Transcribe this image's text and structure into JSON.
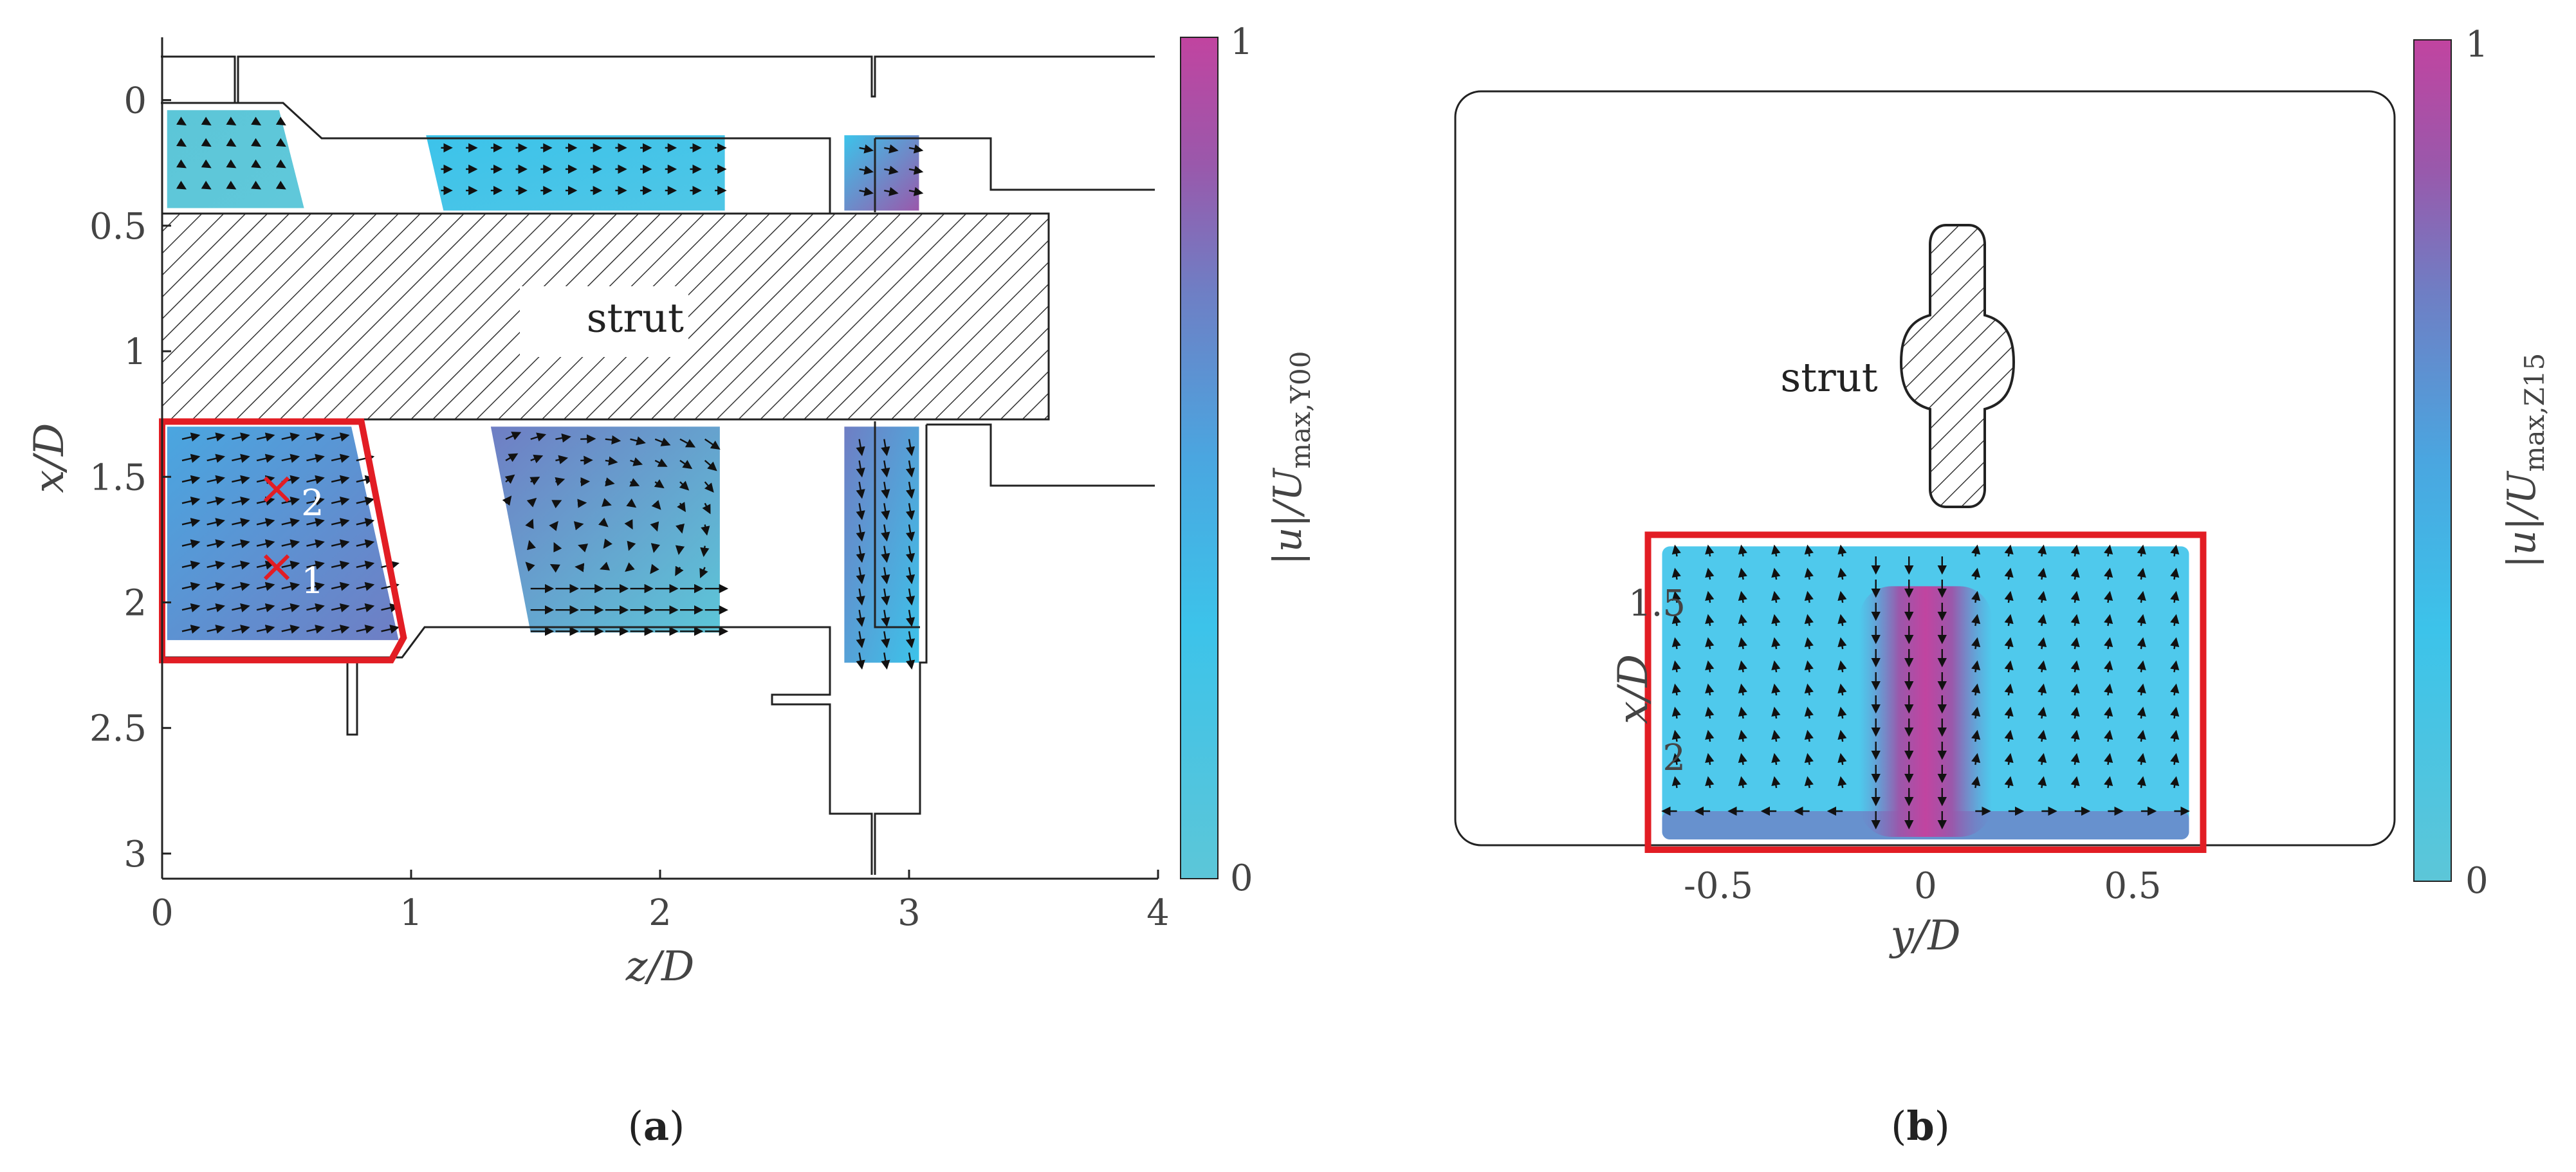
{
  "chart_data": [
    {
      "type": "vector-field",
      "panel_label": "a",
      "xlabel": "z/D",
      "ylabel": "x/D",
      "xlim": [
        0,
        4
      ],
      "ylim": [
        3.1,
        -0.25
      ],
      "x_ticks": [
        {
          "value": 0,
          "label": "0"
        },
        {
          "value": 1,
          "label": "1"
        },
        {
          "value": 2,
          "label": "2"
        },
        {
          "value": 3,
          "label": "3"
        },
        {
          "value": 4,
          "label": "4"
        }
      ],
      "y_ticks": [
        {
          "value": 0,
          "label": "0"
        },
        {
          "value": 0.5,
          "label": "0.5"
        },
        {
          "value": 1,
          "label": "1"
        },
        {
          "value": 1.5,
          "label": "1.5"
        },
        {
          "value": 2,
          "label": "2"
        },
        {
          "value": 2.5,
          "label": "2.5"
        },
        {
          "value": 3,
          "label": "3"
        }
      ],
      "colorbar": {
        "label": "|u|/U_max,Y00",
        "label_main": "|u|/U",
        "label_sub": "max,Y00",
        "min_label": "0",
        "max_label": "1",
        "colors": [
          "#5cc6d8",
          "#3cc3ea",
          "#4aa6e0",
          "#6f7ec4",
          "#9a58ab",
          "#c144a0"
        ]
      },
      "annotations": [
        {
          "text": "strut",
          "x": 1.9,
          "y": 0.87
        },
        {
          "text": "1",
          "x": 0.46,
          "y": 1.86,
          "marker": "x",
          "color": "#e21d24"
        },
        {
          "text": "2",
          "x": 0.46,
          "y": 1.55,
          "marker": "x",
          "color": "#e21d24"
        }
      ],
      "highlight_region": {
        "color": "#e21d24",
        "polygon": [
          [
            0,
            1.28
          ],
          [
            0.8,
            1.28
          ],
          [
            0.97,
            2.14
          ],
          [
            0.92,
            2.23
          ],
          [
            0,
            2.23
          ]
        ]
      },
      "strut_region": [
        [
          0,
          0.45
        ],
        [
          3.58,
          0.45
        ],
        [
          3.58,
          1.27
        ],
        [
          0,
          1.27
        ]
      ],
      "flow_regions": [
        {
          "polygon": [
            [
              0.02,
              0.04
            ],
            [
              0.47,
              0.04
            ],
            [
              0.57,
              0.43
            ],
            [
              0.02,
              0.43
            ]
          ],
          "colors": [
            "#5cc6d8",
            "#60c8da"
          ]
        },
        {
          "polygon": [
            [
              1.06,
              0.14
            ],
            [
              2.26,
              0.14
            ],
            [
              2.26,
              0.44
            ],
            [
              1.13,
              0.44
            ]
          ],
          "colors": [
            "#3cc3ea",
            "#4fc6e6"
          ]
        },
        {
          "polygon": [
            [
              2.74,
              0.14
            ],
            [
              3.04,
              0.14
            ],
            [
              3.04,
              0.44
            ],
            [
              2.74,
              0.44
            ]
          ],
          "colors": [
            "#3cc3ea",
            "#9a58ab"
          ]
        },
        {
          "polygon": [
            [
              0.02,
              1.3
            ],
            [
              0.76,
              1.3
            ],
            [
              0.95,
              2.15
            ],
            [
              0.02,
              2.15
            ]
          ],
          "colors": [
            "#4aa6e0",
            "#6f7ec4"
          ]
        },
        {
          "polygon": [
            [
              1.32,
              1.3
            ],
            [
              2.24,
              1.3
            ],
            [
              2.24,
              2.12
            ],
            [
              1.48,
              2.12
            ]
          ],
          "colors": [
            "#6f7ec4",
            "#5cc6d8"
          ]
        },
        {
          "polygon": [
            [
              2.74,
              1.3
            ],
            [
              3.04,
              1.3
            ],
            [
              3.04,
              2.24
            ],
            [
              2.74,
              2.24
            ]
          ],
          "colors": [
            "#6f7ec4",
            "#3cc3ea"
          ]
        }
      ]
    },
    {
      "type": "vector-field",
      "panel_label": "b",
      "xlabel": "y/D",
      "ylabel": "x/D",
      "xlim": [
        -0.72,
        0.72
      ],
      "ylim": [
        0.93,
        2.42
      ],
      "x_ticks": [
        {
          "value": -0.5,
          "label": "-0.5"
        },
        {
          "value": 0,
          "label": "0"
        },
        {
          "value": 0.5,
          "label": "0.5"
        }
      ],
      "y_ticks": [
        {
          "value": 1.5,
          "label": "1.5"
        },
        {
          "value": 2,
          "label": "2"
        }
      ],
      "colorbar": {
        "label": "|u|/U_max,Z15",
        "label_main": "|u|/U",
        "label_sub": "max,Z15",
        "min_label": "0",
        "max_label": "1",
        "colors": [
          "#5cc6d8",
          "#3cc3ea",
          "#4aa6e0",
          "#6f7ec4",
          "#9a58ab",
          "#c144a0"
        ]
      },
      "annotations": [
        {
          "text": "strut",
          "x": -0.46,
          "y": 0.77
        }
      ],
      "highlight_region": {
        "color": "#e21d24",
        "bounds": {
          "y": [
            -0.67,
            0.67
          ],
          "x": [
            1.28,
            2.3
          ]
        }
      },
      "jet": {
        "center_y": 0.0,
        "half_width": 0.1,
        "colors": [
          "#c144a0",
          "#9a58ab",
          "#6f7ec4"
        ]
      }
    }
  ],
  "captions": {
    "a": {
      "open": "(",
      "letter": "a",
      "close": ")"
    },
    "b": {
      "open": "(",
      "letter": "b",
      "close": ")"
    }
  }
}
